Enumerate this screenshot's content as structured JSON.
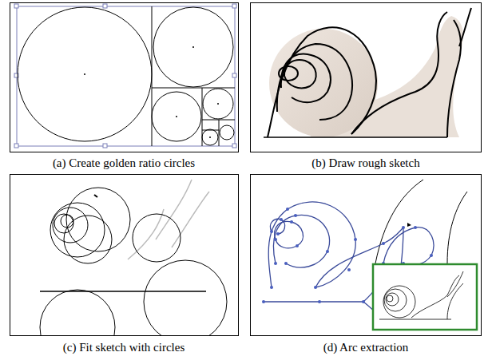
{
  "diagram": {
    "labels": [
      "(a) Create golden ratio circles",
      "(b) Draw rough sketch",
      "(c) Fit sketch with circles",
      "(d) Arc extraction"
    ]
  }
}
